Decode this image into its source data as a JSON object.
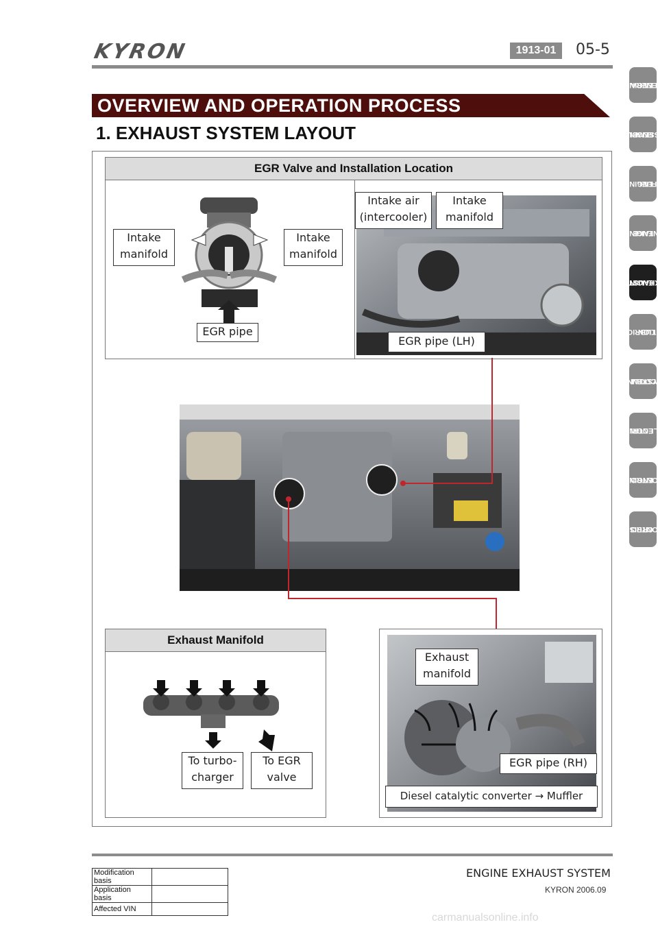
{
  "header": {
    "logo": "KYRON",
    "code": "1913-01",
    "page": "05-5"
  },
  "banner": "OVERVIEW AND OPERATION PROCESS",
  "section_title": "1. EXHAUST SYSTEM LAYOUT",
  "tabs": [
    {
      "line1": "ENGINE",
      "line2": "GENERA"
    },
    {
      "line1": "ENGINE",
      "line2": "ASSEMBL"
    },
    {
      "line1": "ENGINE",
      "line2": "FUEL"
    },
    {
      "line1": "ENGINE",
      "line2": "INTAKE"
    },
    {
      "line1": "ENGINE",
      "line2": "EXHAUST"
    },
    {
      "line1": "LUBRICA",
      "line2": "TION"
    },
    {
      "line1": "COOLING",
      "line2": "SYSTEM"
    },
    {
      "line1": "ENGINE",
      "line2": "ELECTRI"
    },
    {
      "line1": "ENGINE",
      "line2": "CONTRO"
    },
    {
      "line1": "CRUISE",
      "line2": "CONTRO"
    }
  ],
  "egr_box": {
    "title": "EGR Valve and Installation Location",
    "labels": {
      "left_intake": "Intake\nmanifold",
      "right_intake": "Intake\nmanifold",
      "egr_pipe": "EGR pipe",
      "intake_air": "Intake air\n(intercooler)",
      "intake_manifold2": "Intake\nmanifold",
      "egr_pipe_lh": "EGR pipe (LH)"
    }
  },
  "manifold_box": {
    "title": "Exhaust Manifold",
    "labels": {
      "to_turbo": "To turbo-\ncharger",
      "to_egr": "To EGR\nvalve"
    }
  },
  "turbo_box": {
    "labels": {
      "exhaust_manifold": "Exhaust\nmanifold",
      "egr_pipe_rh": "EGR pipe (RH)",
      "catalytic": "Diesel catalytic converter → Muffler"
    }
  },
  "footer": {
    "title": "ENGINE EXHAUST SYSTEM",
    "sub": "KYRON 2006.09",
    "table": [
      "Modification basis",
      "Application basis",
      "Affected VIN"
    ],
    "watermark": "carmanualsonline.info"
  },
  "colors": {
    "banner": "#4d0e0c",
    "tab": "#8a8a8a",
    "tab_active": "#1f1f1f",
    "leader": "#c0272d"
  }
}
